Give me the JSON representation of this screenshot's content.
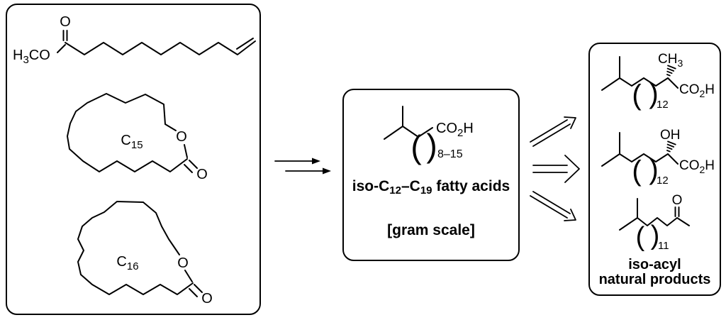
{
  "colors": {
    "ink": "#000000",
    "background": "#ffffff"
  },
  "left_panel": {
    "ester": {
      "h": "H",
      "h_sub": "3",
      "co": "CO",
      "carbonyl_o": "O"
    },
    "lactone15": {
      "c": "C",
      "c_sub": "15",
      "ring_o": "O",
      "carbonyl_o": "O"
    },
    "lactone16": {
      "c": "C",
      "c_sub": "16",
      "ring_o": "O",
      "carbonyl_o": "O"
    }
  },
  "center_panel": {
    "acid": {
      "paren_open": "(",
      "paren_close": ")",
      "repeat_sub": "8–15",
      "co": "CO",
      "o_sub": "2",
      "h": "H"
    },
    "title": {
      "p1": "iso-C",
      "s1": "12",
      "p2": "–C",
      "s2": "19",
      "p3": " fatty acids"
    },
    "scale_note": "[gram scale]"
  },
  "right_panel": {
    "methyl_acid": {
      "ch": "CH",
      "ch_sub": "3",
      "paren_open": "(",
      "paren_close": ")",
      "repeat_sub": "12",
      "co": "CO",
      "o_sub": "2",
      "h": "H"
    },
    "hydroxy_acid": {
      "oh": "OH",
      "paren_open": "(",
      "paren_close": ")",
      "repeat_sub": "12",
      "co": "CO",
      "o_sub": "2",
      "h": "H"
    },
    "methyl_ketone": {
      "o": "O",
      "paren_open": "(",
      "paren_close": ")",
      "repeat_sub": "11"
    },
    "caption_line1": "iso-acyl",
    "caption_line2": "natural products"
  }
}
